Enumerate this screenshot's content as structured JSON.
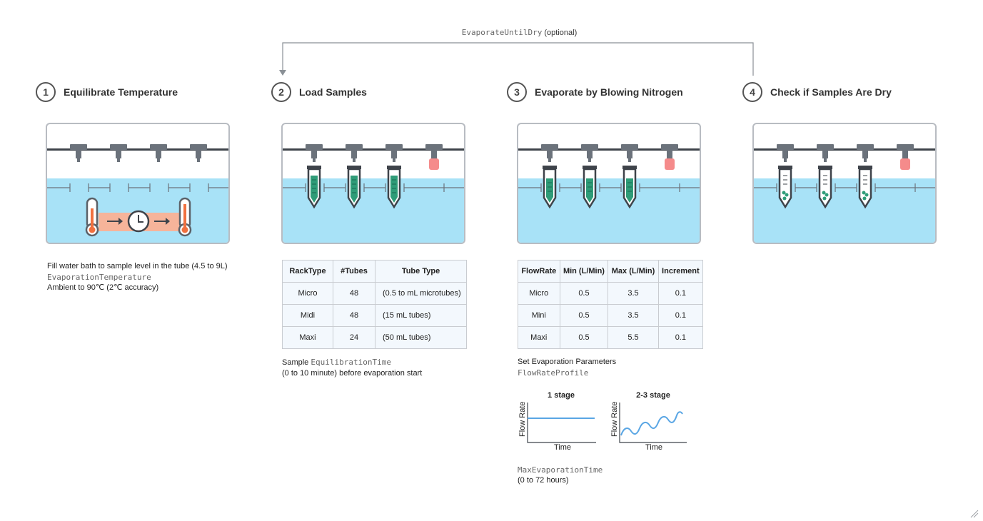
{
  "loop": {
    "func": "EvaporateUntilDry",
    "suffix": "(optional)"
  },
  "steps": [
    {
      "num": "1",
      "title": "Equilibrate Temperature"
    },
    {
      "num": "2",
      "title": "Load Samples"
    },
    {
      "num": "3",
      "title": "Evaporate by Blowing Nitrogen"
    },
    {
      "num": "4",
      "title": "Check if Samples Are Dry"
    }
  ],
  "step1_note": {
    "line1": "Fill water bath to sample level in the tube (4.5 to 9L)",
    "param": "EvaporationTemperature",
    "line3": "Ambient to 90℃ (2℃ accuracy)"
  },
  "rack_table": {
    "headers": [
      "RackType",
      "#Tubes",
      "Tube Type"
    ],
    "rows": [
      [
        "Micro",
        "48",
        "(0.5 to mL microtubes)"
      ],
      [
        "Midi",
        "48",
        "(15 mL tubes)"
      ],
      [
        "Maxi",
        "24",
        "(50 mL tubes)"
      ]
    ]
  },
  "step2_note": {
    "prefix": "Sample",
    "param": "EquilibrationTime",
    "line2": "(0 to 10 minute) before evaporation start"
  },
  "flow_table": {
    "headers": [
      "FlowRate",
      "Min (L/Min)",
      "Max (L/Min)",
      "Increment"
    ],
    "rows": [
      [
        "Micro",
        "0.5",
        "3.5",
        "0.1"
      ],
      [
        "Mini",
        "0.5",
        "3.5",
        "0.1"
      ],
      [
        "Maxi",
        "0.5",
        "5.5",
        "0.1"
      ]
    ]
  },
  "step3_note": {
    "line1": "Set Evaporation Parameters",
    "param": "FlowRateProfile"
  },
  "profile_charts": [
    {
      "title": "1 stage",
      "ylabel": "Flow Rate",
      "xlabel": "Time"
    },
    {
      "title": "2-3 stage",
      "ylabel": "Flow Rate",
      "xlabel": "Time"
    }
  ],
  "step3_note2": {
    "param": "MaxEvaporationTime",
    "line2": "(0 to 72 hours)"
  },
  "colors": {
    "water": "#a8e2f7",
    "rail": "#3e434a",
    "nozzle": "#6b727b",
    "sample": "#2f9c78",
    "plug": "#f58b8b",
    "heat": "#f6b49a",
    "thermo_red": "#f0703f",
    "line_blue": "#5aa6e4"
  },
  "icons": [
    "thermometer-icon",
    "clock-icon",
    "arrow-right-icon",
    "nitrogen-nozzle-icon",
    "sample-tube-icon",
    "resize-grip-icon"
  ]
}
